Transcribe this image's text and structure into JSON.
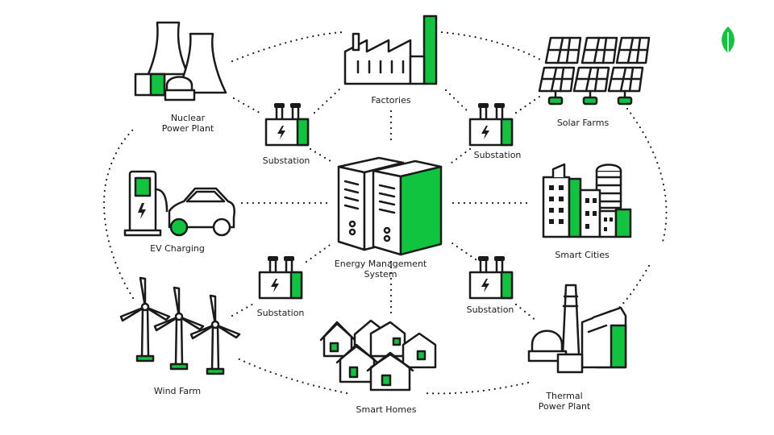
{
  "accent_color": "#10c440",
  "brand_icon": "leaf-icon",
  "labels": {
    "nuclear": "Nuclear\nPower Plant",
    "factories": "Factories",
    "solar": "Solar Farms",
    "substation_tl": "Substation",
    "substation_tr": "Substation",
    "substation_bl": "Substation",
    "substation_br": "Substation",
    "ems": "Energy Management\nSystem",
    "ev": "EV Charging",
    "smart_cities": "Smart Cities",
    "wind": "Wind Farm",
    "homes": "Smart Homes",
    "thermal": "Thermal\nPower Plant"
  }
}
